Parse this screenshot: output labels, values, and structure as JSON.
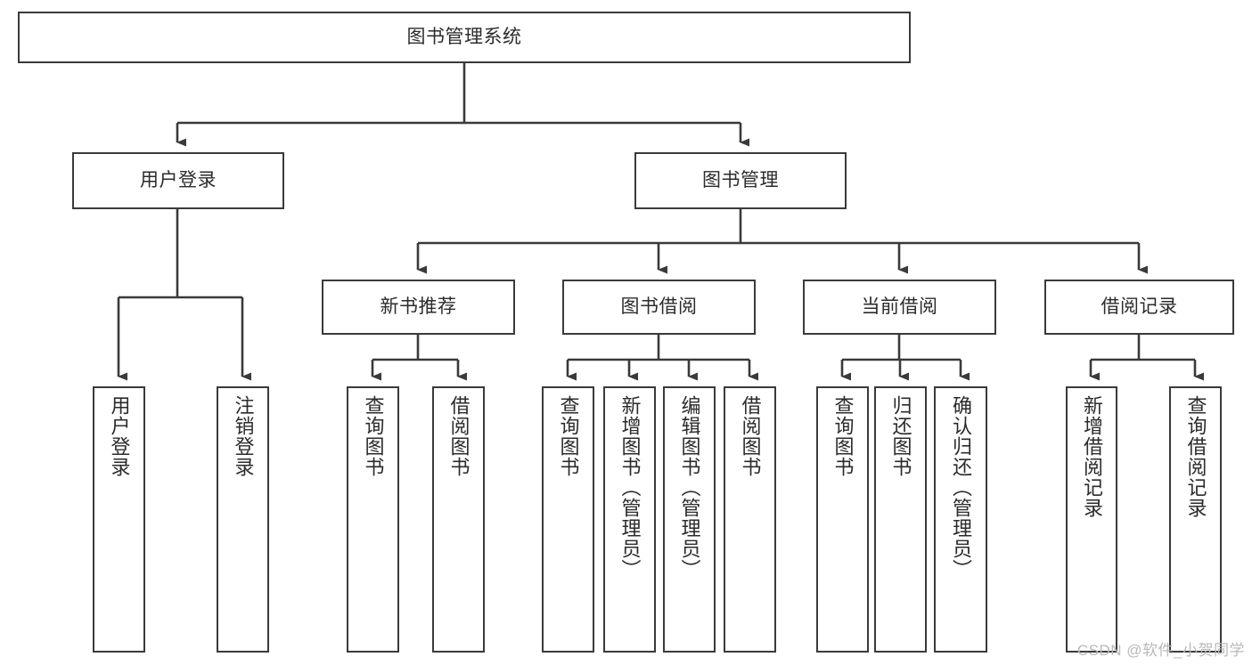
{
  "diagram": {
    "type": "tree",
    "title": "图书管理系统",
    "orientation": "top-down",
    "colors": {
      "node_border": "#3a3a3a",
      "node_fill": "#ffffff",
      "edge": "#3a3a3a",
      "text": "#2b2b2b",
      "watermark": "#b9b9b9"
    },
    "nodes": {
      "root": {
        "label": "图书管理系统",
        "level": 0
      },
      "n_user_login": {
        "label": "用户登录",
        "level": 1
      },
      "n_book_mgmt": {
        "label": "图书管理",
        "level": 1
      },
      "n_new_book_rec": {
        "label": "新书推荐",
        "level": 2
      },
      "n_book_borrow": {
        "label": "图书借阅",
        "level": 2
      },
      "n_current_borrow": {
        "label": "当前借阅",
        "level": 2
      },
      "n_borrow_record": {
        "label": "借阅记录",
        "level": 2
      },
      "l_user_login": {
        "label": "用户登录",
        "level": 3
      },
      "l_user_logout": {
        "label": "注销登录",
        "level": 3
      },
      "l_query_book_1": {
        "label": "查询图书",
        "level": 3
      },
      "l_borrow_book_1": {
        "label": "借阅图书",
        "level": 3
      },
      "l_query_book_2": {
        "label": "查询图书",
        "level": 3
      },
      "l_add_book": {
        "label": "新增图书（管理员）",
        "level": 3
      },
      "l_edit_book": {
        "label": "编辑图书（管理员）",
        "level": 3
      },
      "l_borrow_book_2": {
        "label": "借阅图书",
        "level": 3
      },
      "l_query_book_3": {
        "label": "查询图书",
        "level": 3
      },
      "l_return_book": {
        "label": "归还图书",
        "level": 3
      },
      "l_confirm_return": {
        "label": "确认归还（管理员）",
        "level": 3
      },
      "l_add_record": {
        "label": "新增借阅记录",
        "level": 3
      },
      "l_query_record": {
        "label": "查询借阅记录",
        "level": 3
      }
    },
    "edges": [
      {
        "from": "root",
        "to": "n_user_login"
      },
      {
        "from": "root",
        "to": "n_book_mgmt"
      },
      {
        "from": "n_user_login",
        "to": "l_user_login"
      },
      {
        "from": "n_user_login",
        "to": "l_user_logout"
      },
      {
        "from": "n_book_mgmt",
        "to": "n_new_book_rec"
      },
      {
        "from": "n_book_mgmt",
        "to": "n_book_borrow"
      },
      {
        "from": "n_book_mgmt",
        "to": "n_current_borrow"
      },
      {
        "from": "n_book_mgmt",
        "to": "n_borrow_record"
      },
      {
        "from": "n_new_book_rec",
        "to": "l_query_book_1"
      },
      {
        "from": "n_new_book_rec",
        "to": "l_borrow_book_1"
      },
      {
        "from": "n_book_borrow",
        "to": "l_query_book_2"
      },
      {
        "from": "n_book_borrow",
        "to": "l_add_book"
      },
      {
        "from": "n_book_borrow",
        "to": "l_edit_book"
      },
      {
        "from": "n_book_borrow",
        "to": "l_borrow_book_2"
      },
      {
        "from": "n_current_borrow",
        "to": "l_query_book_3"
      },
      {
        "from": "n_current_borrow",
        "to": "l_return_book"
      },
      {
        "from": "n_current_borrow",
        "to": "l_confirm_return"
      },
      {
        "from": "n_borrow_record",
        "to": "l_add_record"
      },
      {
        "from": "n_borrow_record",
        "to": "l_query_record"
      }
    ]
  },
  "watermark": {
    "text": "CSDN @软件_小贺同学"
  }
}
